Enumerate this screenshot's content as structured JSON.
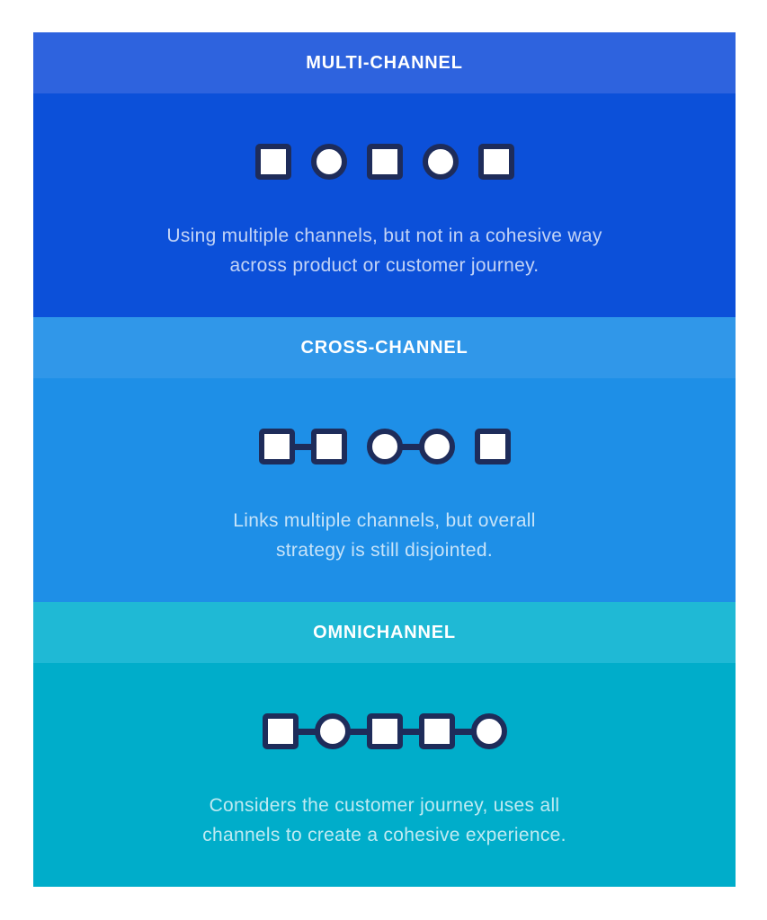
{
  "page": {
    "background_color": "#ffffff"
  },
  "shape_style": {
    "border_color": "#1e2c5a",
    "fill_color": "#ffffff",
    "square_icon": "square-node",
    "circle_icon": "circle-node"
  },
  "sections": [
    {
      "id": "multi-channel",
      "title": "MULTI-CHANNEL",
      "description": "Using multiple channels, but not in a cohesive way\nacross product or customer journey.",
      "header_color": "#2e63de",
      "body_color": "#0c50d9",
      "shapes": [
        "square",
        "circle",
        "square",
        "circle",
        "square"
      ],
      "links": [
        false,
        false,
        false,
        false
      ]
    },
    {
      "id": "cross-channel",
      "title": "CROSS-CHANNEL",
      "description": "Links multiple channels, but overall\nstrategy is still disjointed.",
      "header_color": "#3097e9",
      "body_color": "#1e8fe7",
      "shapes": [
        "square",
        "square",
        "circle",
        "circle",
        "square"
      ],
      "links": [
        true,
        false,
        true,
        false
      ]
    },
    {
      "id": "omnichannel",
      "title": "OMNICHANNEL",
      "description": "Considers the customer journey, uses all\nchannels to create a cohesive experience.",
      "header_color": "#1fb9d5",
      "body_color": "#00adca",
      "shapes": [
        "square",
        "circle",
        "square",
        "square",
        "circle"
      ],
      "links": [
        true,
        true,
        true,
        true
      ]
    }
  ]
}
